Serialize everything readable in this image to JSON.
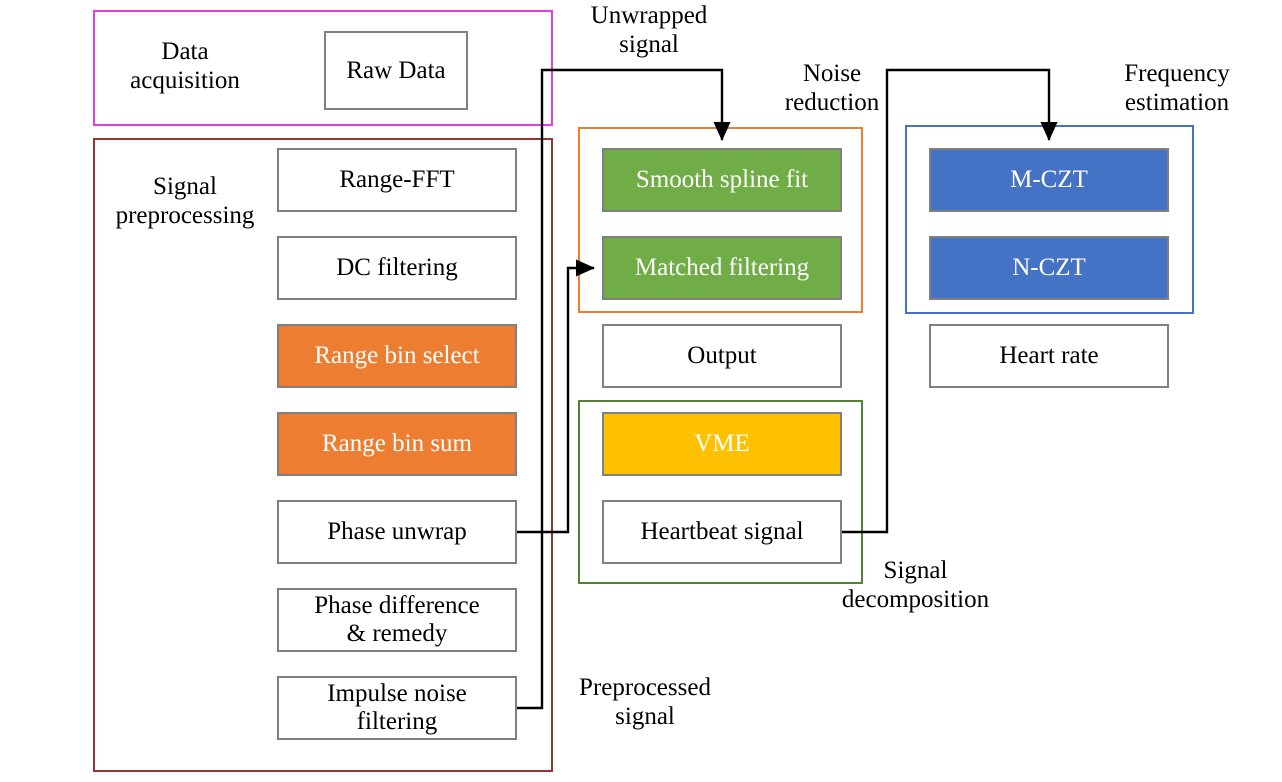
{
  "diagram": {
    "title": "Radar vital-sign heart rate estimation signal processing flowchart",
    "colors": {
      "orange_fill": "#ED7D31",
      "green_fill": "#70AD47",
      "blue_fill": "#4472C4",
      "amber_fill": "#FFC000",
      "box_border": "#808080",
      "group_data_acquisition": "#E040E0",
      "group_signal_preprocessing": "#943634",
      "group_noise_reduction": "#ED7D31",
      "group_signal_decomposition": "#548235",
      "group_frequency_estimation": "#4472C4",
      "arrow": "#000000",
      "text_dark": "#000000",
      "text_light": "#FFFFFF"
    },
    "groups": [
      {
        "id": "data-acquisition",
        "label": "Data\nacquisition",
        "border": "#E040E0"
      },
      {
        "id": "signal-preprocessing",
        "label": "Signal\npreprocessing",
        "border": "#943634"
      },
      {
        "id": "noise-reduction",
        "label": "Noise\nreduction",
        "border": "#ED7D31"
      },
      {
        "id": "signal-decomposition",
        "label": "Signal\ndecomposition",
        "border": "#548235"
      },
      {
        "id": "frequency-estimation",
        "label": "Frequency\nestimation",
        "border": "#4472C4"
      }
    ],
    "nodes": {
      "raw_data": {
        "label": "Raw Data",
        "fill": "#FFFFFF",
        "text": "#000000"
      },
      "range_fft": {
        "label": "Range-FFT",
        "fill": "#FFFFFF",
        "text": "#000000"
      },
      "dc_filtering": {
        "label": "DC filtering",
        "fill": "#FFFFFF",
        "text": "#000000"
      },
      "range_bin_select": {
        "label": "Range bin select",
        "fill": "#ED7D31",
        "text": "#FFFFFF"
      },
      "range_bin_sum": {
        "label": "Range bin sum",
        "fill": "#ED7D31",
        "text": "#FFFFFF"
      },
      "phase_unwrap": {
        "label": "Phase unwrap",
        "fill": "#FFFFFF",
        "text": "#000000"
      },
      "phase_difference": {
        "label": "Phase difference\n& remedy",
        "fill": "#FFFFFF",
        "text": "#000000"
      },
      "impulse_noise": {
        "label": "Impulse noise\nfiltering",
        "fill": "#FFFFFF",
        "text": "#000000"
      },
      "smooth_spline_fit": {
        "label": "Smooth spline fit",
        "fill": "#70AD47",
        "text": "#FFFFFF"
      },
      "matched_filtering": {
        "label": "Matched filtering",
        "fill": "#70AD47",
        "text": "#FFFFFF"
      },
      "output": {
        "label": "Output",
        "fill": "#FFFFFF",
        "text": "#000000"
      },
      "vme": {
        "label": "VME",
        "fill": "#FFC000",
        "text": "#FFFFFF"
      },
      "heartbeat_signal": {
        "label": "Heartbeat signal",
        "fill": "#FFFFFF",
        "text": "#000000"
      },
      "m_czt": {
        "label": "M-CZT",
        "fill": "#4472C4",
        "text": "#FFFFFF"
      },
      "n_czt": {
        "label": "N-CZT",
        "fill": "#4472C4",
        "text": "#FFFFFF"
      },
      "heart_rate": {
        "label": "Heart rate",
        "fill": "#FFFFFF",
        "text": "#000000"
      }
    },
    "edge_labels": {
      "unwrapped_signal": "Unwrapped\nsignal",
      "preprocessed_signal": "Preprocessed\nsignal"
    },
    "edges": [
      {
        "from": "impulse_noise",
        "to": "smooth_spline_fit",
        "label": "Unwrapped signal"
      },
      {
        "from": "phase_unwrap",
        "to": "matched_filtering",
        "label": "Preprocessed signal"
      },
      {
        "from": "heartbeat_signal",
        "to": "m_czt",
        "label": ""
      }
    ]
  }
}
